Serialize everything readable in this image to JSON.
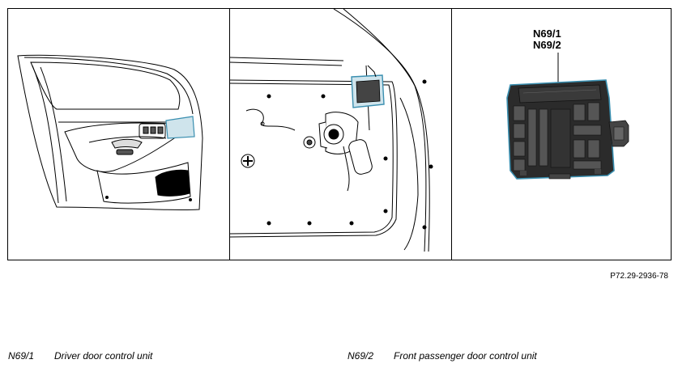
{
  "figure": {
    "callout_lines": [
      "N69/1",
      "N69/2"
    ],
    "figure_id": "P72.29-2936-78",
    "highlight_color": "#3a8fb0",
    "highlight_fill": "#cfe4ec",
    "panels": [
      "door-overview",
      "door-inner-panel",
      "control-unit-detail"
    ]
  },
  "legend": [
    {
      "code": "N69/1",
      "description": "Driver door control unit"
    },
    {
      "code": "N69/2",
      "description": "Front passenger door control unit"
    }
  ]
}
